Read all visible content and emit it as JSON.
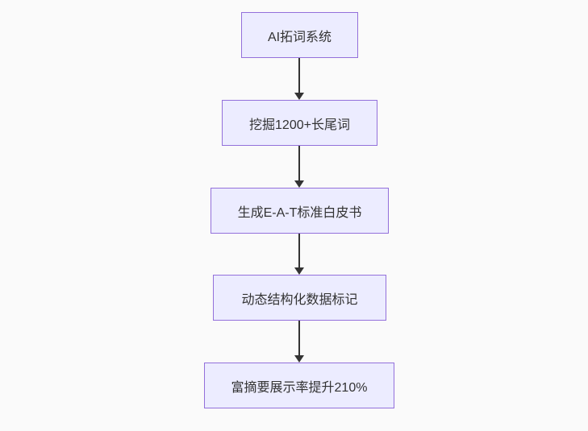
{
  "diagram": {
    "type": "flowchart",
    "direction": "top-down",
    "colors": {
      "background": "#fafafa",
      "node_fill": "#ececff",
      "node_border": "#9370db",
      "node_text": "#333333",
      "arrow": "#333333"
    },
    "nodes": [
      {
        "id": "n1",
        "label": "AI拓词系统"
      },
      {
        "id": "n2",
        "label": "挖掘1200+长尾词"
      },
      {
        "id": "n3",
        "label": "生成E-A-T标准白皮书"
      },
      {
        "id": "n4",
        "label": "动态结构化数据标记"
      },
      {
        "id": "n5",
        "label": "富摘要展示率提升210%"
      }
    ],
    "edges": [
      {
        "from": "n1",
        "to": "n2"
      },
      {
        "from": "n2",
        "to": "n3"
      },
      {
        "from": "n3",
        "to": "n4"
      },
      {
        "from": "n4",
        "to": "n5"
      }
    ]
  }
}
